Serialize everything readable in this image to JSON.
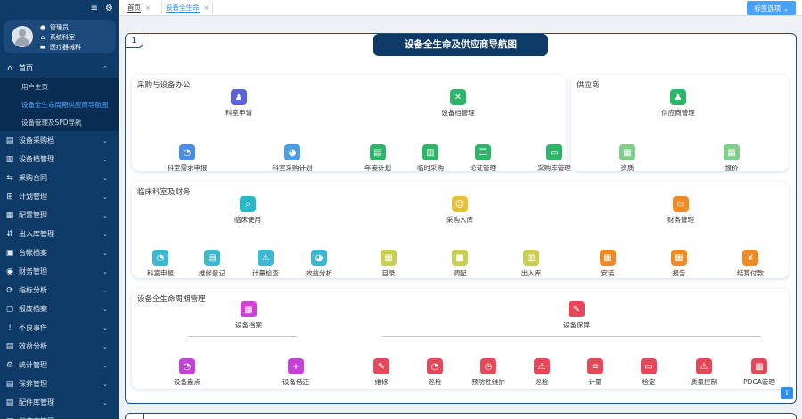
{
  "sidebar": {
    "menu_icon": "menu-icon",
    "settings_icon": "gear-icon",
    "profile": {
      "name": "管理员",
      "dept": "系统科室",
      "role": "医疗器械科"
    },
    "menu": [
      {
        "icon": "⌂",
        "label": "首页",
        "chevron": "⌃",
        "active": true
      },
      {
        "icon": "▤",
        "label": "设备采购档",
        "chevron": "⌄"
      },
      {
        "icon": "▥",
        "label": "设备档管理",
        "chevron": "⌄"
      },
      {
        "icon": "⇆",
        "label": "采购合同",
        "chevron": "⌄"
      },
      {
        "icon": "⊞",
        "label": "计划管理",
        "chevron": "⌄"
      },
      {
        "icon": "▦",
        "label": "配置管理",
        "chevron": "⌄"
      },
      {
        "icon": "⇵",
        "label": "出入库管理",
        "chevron": "⌄"
      },
      {
        "icon": "▣",
        "label": "台帐档案",
        "chevron": "⌄"
      },
      {
        "icon": "◉",
        "label": "财务管理",
        "chevron": "⌄"
      },
      {
        "icon": "⟳",
        "label": "指标分析",
        "chevron": "⌄"
      },
      {
        "icon": "▢",
        "label": "报废档案",
        "chevron": "⌄"
      },
      {
        "icon": "!",
        "label": "不良事件",
        "chevron": "⌄"
      },
      {
        "icon": "▤",
        "label": "效益分析",
        "chevron": "⌄"
      },
      {
        "icon": "⚙",
        "label": "统计管理",
        "chevron": "⌄"
      },
      {
        "icon": "▤",
        "label": "保养管理",
        "chevron": "⌄"
      },
      {
        "icon": "▤",
        "label": "配件库管理",
        "chevron": "⌄"
      },
      {
        "icon": "▤",
        "label": "供应商管理",
        "chevron": "⌄"
      }
    ],
    "submenu": [
      {
        "label": "用户主页"
      },
      {
        "label": "设备全生命周期供应商导航图",
        "current": true
      },
      {
        "label": "设备管理及SPD导航"
      }
    ]
  },
  "tabs": [
    {
      "label": "首页",
      "close": "×"
    },
    {
      "label": "设备全生命",
      "close": "×"
    }
  ],
  "close_tabs_label": "标签选项",
  "main": {
    "page_number": "1",
    "title": "设备全生命及供应商导航图",
    "sections": {
      "procurement": {
        "title": "采购与设备办公",
        "items": [
          {
            "label": "科室申请",
            "icon": "user-icon",
            "color": "#5a63d8"
          },
          {
            "label": "设备档管理",
            "icon": "badge-icon",
            "color": "#2fb56a"
          },
          {
            "label": "科室需求申报",
            "icon": "speedometer-icon",
            "color": "#4a8ce8"
          },
          {
            "label": "科室采购计划",
            "icon": "pie-icon",
            "color": "#4a9ee8"
          },
          {
            "label": "年度计划",
            "icon": "document-icon",
            "color": "#2fb56a"
          },
          {
            "label": "临时采购",
            "icon": "form-icon",
            "color": "#2fb56a"
          },
          {
            "label": "论证管理",
            "icon": "checklist-icon",
            "color": "#2fb56a"
          },
          {
            "label": "采购库管理",
            "icon": "briefcase-icon",
            "color": "#2fb56a"
          }
        ]
      },
      "supplier": {
        "title": "供应商",
        "items": [
          {
            "label": "供应商管理",
            "icon": "person-icon",
            "color": "#2fb56a"
          },
          {
            "label": "资质",
            "icon": "grid-icon",
            "color": "#7fcf8a"
          },
          {
            "label": "报价",
            "icon": "grid-icon",
            "color": "#7fcf8a"
          }
        ]
      },
      "clinical": {
        "title": "临床科室及财务",
        "items": [
          {
            "label": "临床使用",
            "icon": "search-icon",
            "color": "#2bb7c9"
          },
          {
            "label": "采购入库",
            "icon": "support-icon",
            "color": "#e6c23a"
          },
          {
            "label": "财务管理",
            "icon": "briefcase-icon",
            "color": "#f08a24"
          },
          {
            "label": "科室申报",
            "icon": "speedometer-icon",
            "color": "#3db8d0"
          },
          {
            "label": "维修登记",
            "icon": "document-icon",
            "color": "#3db8d0"
          },
          {
            "label": "计量检查",
            "icon": "alarm-icon",
            "color": "#3db8d0"
          },
          {
            "label": "效益分析",
            "icon": "pie-icon",
            "color": "#3db8d0"
          },
          {
            "label": "目录",
            "icon": "grid-icon",
            "color": "#c9cf52"
          },
          {
            "label": "调配",
            "icon": "square-icon",
            "color": "#c9cf52"
          },
          {
            "label": "出入库",
            "icon": "form-icon",
            "color": "#c9cf52"
          },
          {
            "label": "安装",
            "icon": "grid-icon",
            "color": "#f08a24"
          },
          {
            "label": "报告",
            "icon": "grid-icon",
            "color": "#f08a24"
          },
          {
            "label": "结算付款",
            "icon": "yen-icon",
            "color": "#f08a24"
          }
        ]
      },
      "lifecycle": {
        "title": "设备全生命周期管理",
        "items": [
          {
            "label": "设备档案",
            "icon": "grid-icon",
            "color": "#d53ed5"
          },
          {
            "label": "设备保障",
            "icon": "wrench-icon",
            "color": "#e8475a"
          },
          {
            "label": "设备盘点",
            "icon": "speedometer-icon",
            "color": "#c640d8"
          },
          {
            "label": "设备借还",
            "icon": "plus-icon",
            "color": "#c640d8"
          },
          {
            "label": "维修",
            "icon": "wrench-icon",
            "color": "#e8475a"
          },
          {
            "label": "巡检",
            "icon": "speedometer-icon",
            "color": "#e8475a"
          },
          {
            "label": "预防性维护",
            "icon": "clock-icon",
            "color": "#e8475a"
          },
          {
            "label": "巡检",
            "icon": "alarm-icon",
            "color": "#e8475a"
          },
          {
            "label": "计量",
            "icon": "list-icon",
            "color": "#e8475a"
          },
          {
            "label": "检定",
            "icon": "monitor-icon",
            "color": "#e8475a"
          },
          {
            "label": "质量控制",
            "icon": "alarm-icon",
            "color": "#e8475a"
          },
          {
            "label": "PDCA管理",
            "icon": "grid-icon",
            "color": "#e8475a"
          }
        ]
      }
    }
  }
}
